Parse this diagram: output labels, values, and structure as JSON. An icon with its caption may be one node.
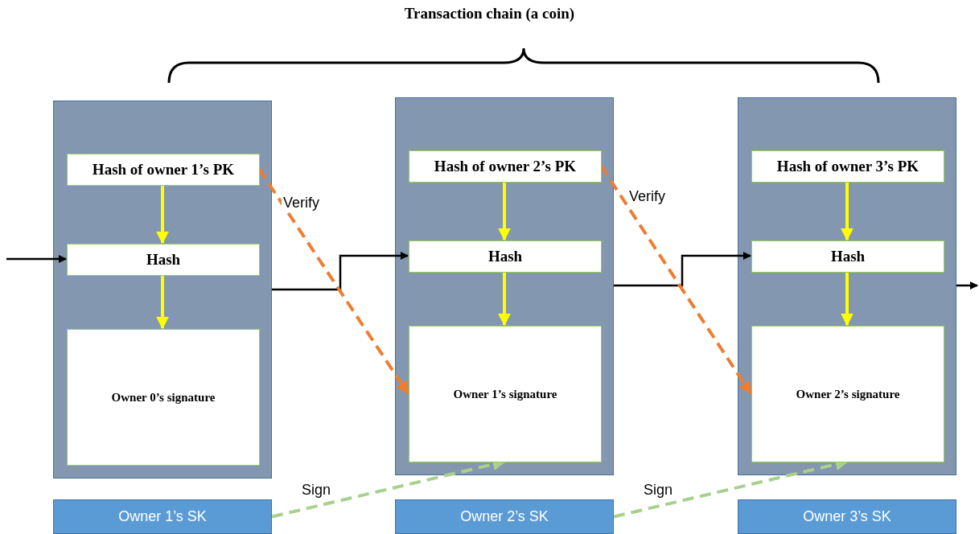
{
  "diagram": {
    "title": "Transaction chain (a coin)",
    "nodes": [
      {
        "text": [],
        "shape": "box"
      },
      {
        "text": [
          "Hash of owner 1’s PK"
        ],
        "in": 0
      },
      {
        "text": [
          "Hash"
        ],
        "in": 0
      },
      {
        "text": [
          "Owner 0’s signature"
        ],
        "in": 0
      },
      {
        "text": [],
        "shape": "box"
      },
      {
        "text": [
          "Hash of owner 2’s PK"
        ],
        "in": 4
      },
      {
        "text": [
          "Hash"
        ],
        "in": 4
      },
      {
        "text": [
          "Owner 1’s signature"
        ],
        "in": 4
      },
      {
        "text": [],
        "shape": "box"
      },
      {
        "text": [
          "Hash of owner 3’s PK"
        ],
        "in": 8
      },
      {
        "text": [
          "Hash"
        ],
        "in": 8
      },
      {
        "text": [
          "Owner 2’s signature"
        ],
        "in": 8
      },
      {
        "text": [
          "Owner 1’s SK"
        ]
      },
      {
        "text": [
          "Owner 2’s SK"
        ]
      },
      {
        "text": [
          "Owner 3’s SK"
        ]
      }
    ],
    "edges": [
      {
        "from": 1,
        "to": 2,
        "arrow": "to"
      },
      {
        "from": 2,
        "to": 3,
        "arrow": "to"
      },
      {
        "from": 5,
        "to": 6,
        "arrow": "to"
      },
      {
        "from": 6,
        "to": 7,
        "arrow": "to"
      },
      {
        "from": 9,
        "to": 10,
        "arrow": "to"
      },
      {
        "from": 10,
        "to": 11,
        "arrow": "to"
      },
      {
        "from": null,
        "to": 2,
        "arrow": "to",
        "color": "#000000"
      },
      {
        "from": 0,
        "to": 6,
        "arrow": "to",
        "color": "#000000"
      },
      {
        "from": 4,
        "to": 10,
        "arrow": "to",
        "color": "#000000"
      },
      {
        "from": 8,
        "to": null,
        "arrow": "to",
        "color": "#000000"
      },
      {
        "from": 1,
        "to": 7,
        "arrow": "to",
        "label": "Verify",
        "style": "dashed",
        "color": "#ed7d31"
      },
      {
        "from": 5,
        "to": 11,
        "arrow": "to",
        "label": "Verify",
        "style": "dashed",
        "color": "#ed7d31"
      },
      {
        "from": 12,
        "to": 7,
        "arrow": "to",
        "label": "Sign",
        "style": "dashed",
        "color": "#a9d18e"
      },
      {
        "from": 13,
        "to": 11,
        "arrow": "to",
        "label": "Sign",
        "style": "dashed",
        "color": "#a9d18e"
      }
    ]
  }
}
